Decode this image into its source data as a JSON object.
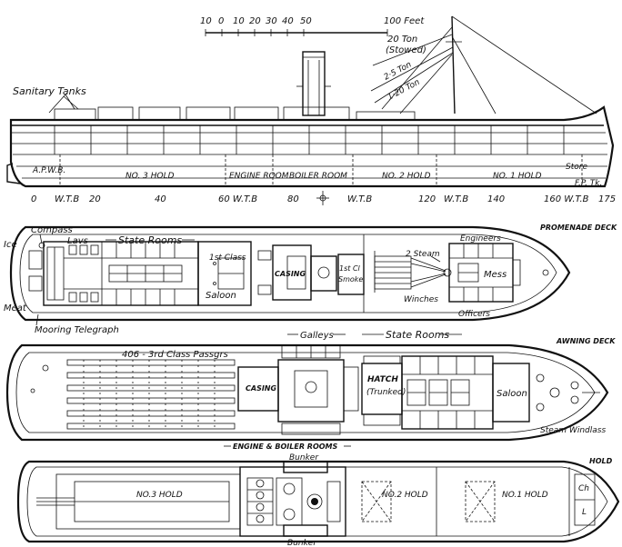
{
  "scale_bar": {
    "ticks": [
      "10",
      "0",
      "10",
      "20",
      "30",
      "40",
      "50"
    ],
    "end_label": "100 Feet"
  },
  "profile": {
    "labels": {
      "sanitary_tanks": "Sanitary Tanks",
      "derrick_20": "20 Ton",
      "derrick_20_sub": "(Stowed)",
      "derrick_2_5": "2·5 Ton",
      "derrick_1_20": "1·20 Ton",
      "apwb": "A.P.W.B.",
      "no3_hold": "NO. 3 HOLD",
      "engine_room": "ENGINE ROOM",
      "boiler_room": "BOILER ROOM",
      "no2_hold": "NO. 2 HOLD",
      "no1_hold": "NO. 1 HOLD",
      "store": "Store",
      "fp_tk": "F.P. Tk."
    },
    "frame_scale": [
      "0",
      "W.T.B",
      "20",
      "40",
      "60 W.T.B",
      "80",
      "W.T.B",
      "120",
      "W.T.B",
      "140",
      "160 W.T.B",
      "175"
    ]
  },
  "promenade_deck": {
    "title": "PROMENADE DECK",
    "labels": {
      "ice": "Ice",
      "compass": "Compass",
      "lavs": "Lavs",
      "state_rooms": "State Rooms",
      "first_class": "1st Class",
      "saloon": "Saloon",
      "casing": "CASING",
      "first_cl_smoke_1": "1st Cl",
      "first_cl_smoke_2": "Smoke",
      "steam_winches_1": "2 Steam",
      "steam_winches_2": "Winches",
      "engineers": "Engineers",
      "mess": "Mess",
      "officers": "Officers",
      "meat": "Meat",
      "mooring_telegraph": "Mooring Telegraph"
    }
  },
  "awning_deck": {
    "title": "AWNING DECK",
    "labels": {
      "galleys": "Galleys",
      "state_rooms": "State Rooms",
      "third_class": "406 - 3rd Class Passgrs",
      "casing": "CASING",
      "hatch_1": "HATCH",
      "hatch_2": "(Trunked)",
      "saloon": "Saloon",
      "steam_windlass": "Steam Windlass"
    }
  },
  "hold": {
    "title": "HOLD",
    "labels": {
      "engine_boiler_rooms": "ENGINE & BOILER ROOMS",
      "bunker_top": "Bunker",
      "bunker_bottom": "Bunker",
      "no3_hold": "NO.3 HOLD",
      "no2_hold": "NO.2 HOLD",
      "no1_hold": "NO.1 HOLD",
      "ch": "Ch",
      "l": "L"
    }
  }
}
